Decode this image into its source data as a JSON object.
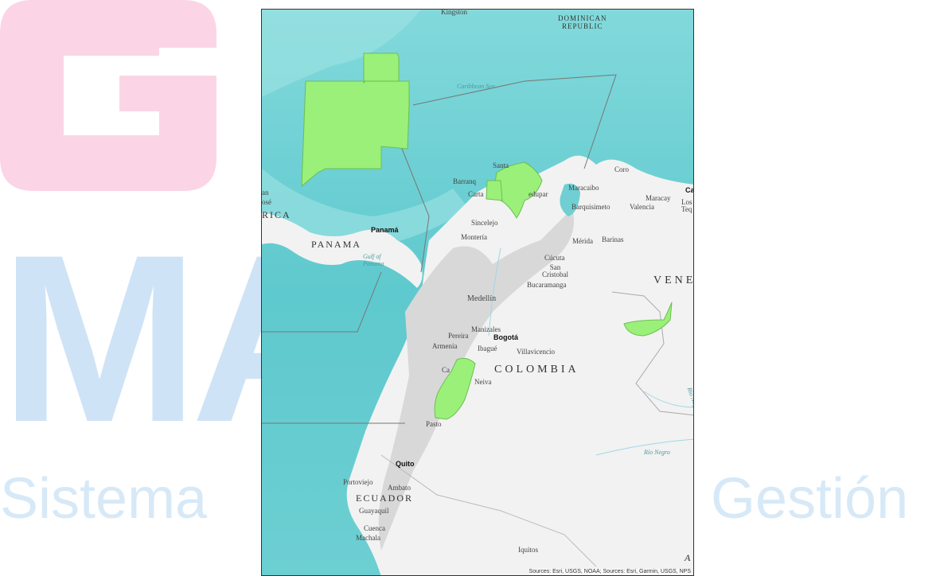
{
  "watermark": {
    "left_letters": "MA",
    "word_left": "Sistema",
    "word_right": "Gestión",
    "logo_letter": "G"
  },
  "colors": {
    "ocean": "#6fcfd2",
    "land": "#f2f2f2",
    "protected_area": "#9bf07a",
    "boundary": "#777777",
    "watermark_blue": "#cfe3f6",
    "watermark_pink": "#fbd5e6"
  },
  "labels": {
    "kingston": "Kingston",
    "dominican_republic": "DOMINICAN\nREPUBLIC",
    "santa": "Santa",
    "barranquilla": "Barranq",
    "cartagena": "Carta",
    "valledupar": "edupar",
    "maracaibo": "Maracaibo",
    "coro": "Coro",
    "maracay": "Maracay",
    "ca": "Ca",
    "los_teq": "Los\nTeq",
    "barquisimeto": "Barquisimeto",
    "valencia": "Valencia",
    "sincelejo": "Sincelejo",
    "monteria": "Montería",
    "merida": "Mérida",
    "barinas": "Barinas",
    "cucuta": "Cúcuta",
    "san_cristobal": "San\nCristobal",
    "bucaramanga": "Bucaramanga",
    "ven": "VENE",
    "an": "an",
    "ose": "osé",
    "rica": "RICA",
    "panama_city": "Panamá",
    "panama": "PANAMA",
    "medellin": "Medellín",
    "manizales": "Manizales",
    "pereira": "Pereira",
    "bogota": "Bogotá",
    "armenia": "Armenia",
    "ibague": "Ibagué",
    "villavicencio": "Villavicencio",
    "colombia": "COLOMBIA",
    "cali": "Ca",
    "neiva": "Neiva",
    "pasto": "Pasto",
    "rio_negro_1": "Río Negro",
    "rio_negro_2": "Río Negro",
    "quito": "Quito",
    "portoviejo": "Portoviejo",
    "ambato": "Ambato",
    "ecuador": "ECUADOR",
    "guayaquil": "Guayaquil",
    "cuenca": "Cuenca",
    "machala": "Machala",
    "iquitos": "Iquitos",
    "a_mark": "A",
    "caribbean_sea": "Caribbean Sea",
    "gulf_panama": "Gulf of\nPanama"
  },
  "attribution": "Sources: Esri, USGS, NOAA; Sources: Esri, Garmin, USGS, NPS"
}
